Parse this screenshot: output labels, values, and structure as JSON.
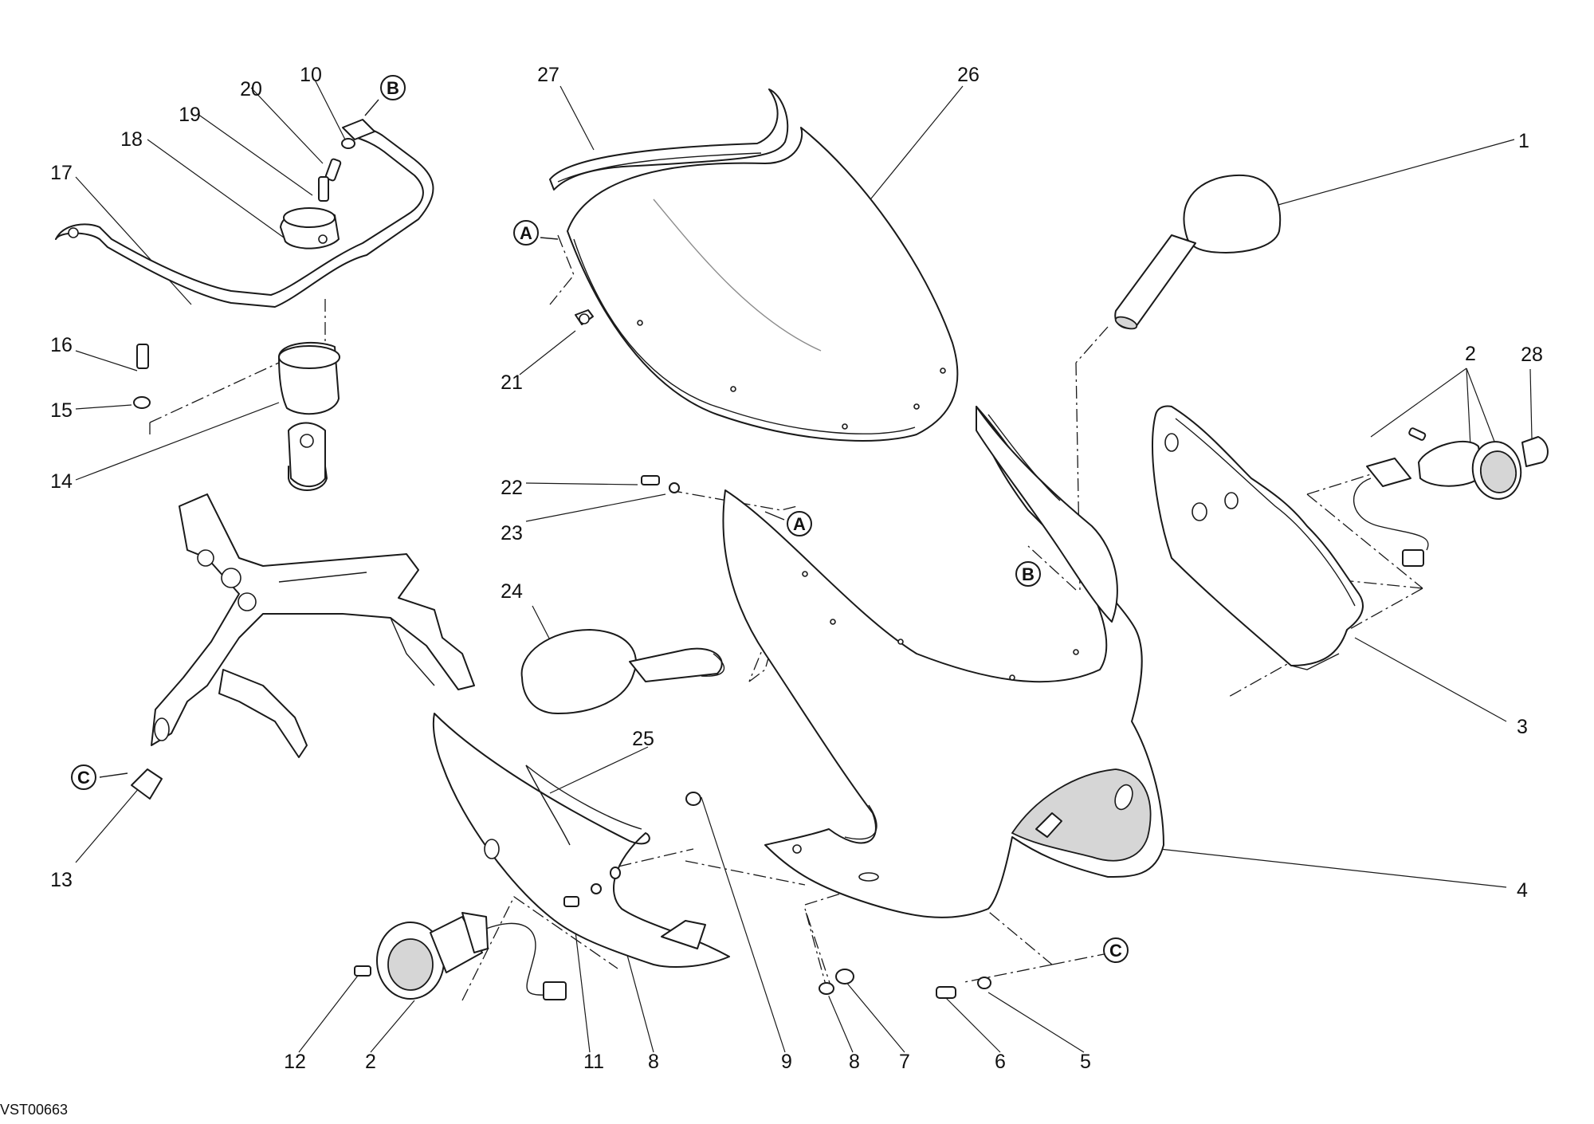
{
  "drawing": {
    "code": "VST00663",
    "callouts": [
      "1",
      "2",
      "28",
      "3",
      "4",
      "5",
      "6",
      "7",
      "8",
      "9",
      "8",
      "11",
      "2",
      "12",
      "13",
      "14",
      "15",
      "16",
      "17",
      "18",
      "19",
      "20",
      "10",
      "21",
      "22",
      "23",
      "24",
      "25",
      "26",
      "27"
    ],
    "refs": [
      "A",
      "A",
      "B",
      "B",
      "C",
      "C"
    ]
  },
  "colors": {
    "line": "#1a1a1a",
    "background": "#ffffff",
    "shade": "#d6d6d6"
  }
}
